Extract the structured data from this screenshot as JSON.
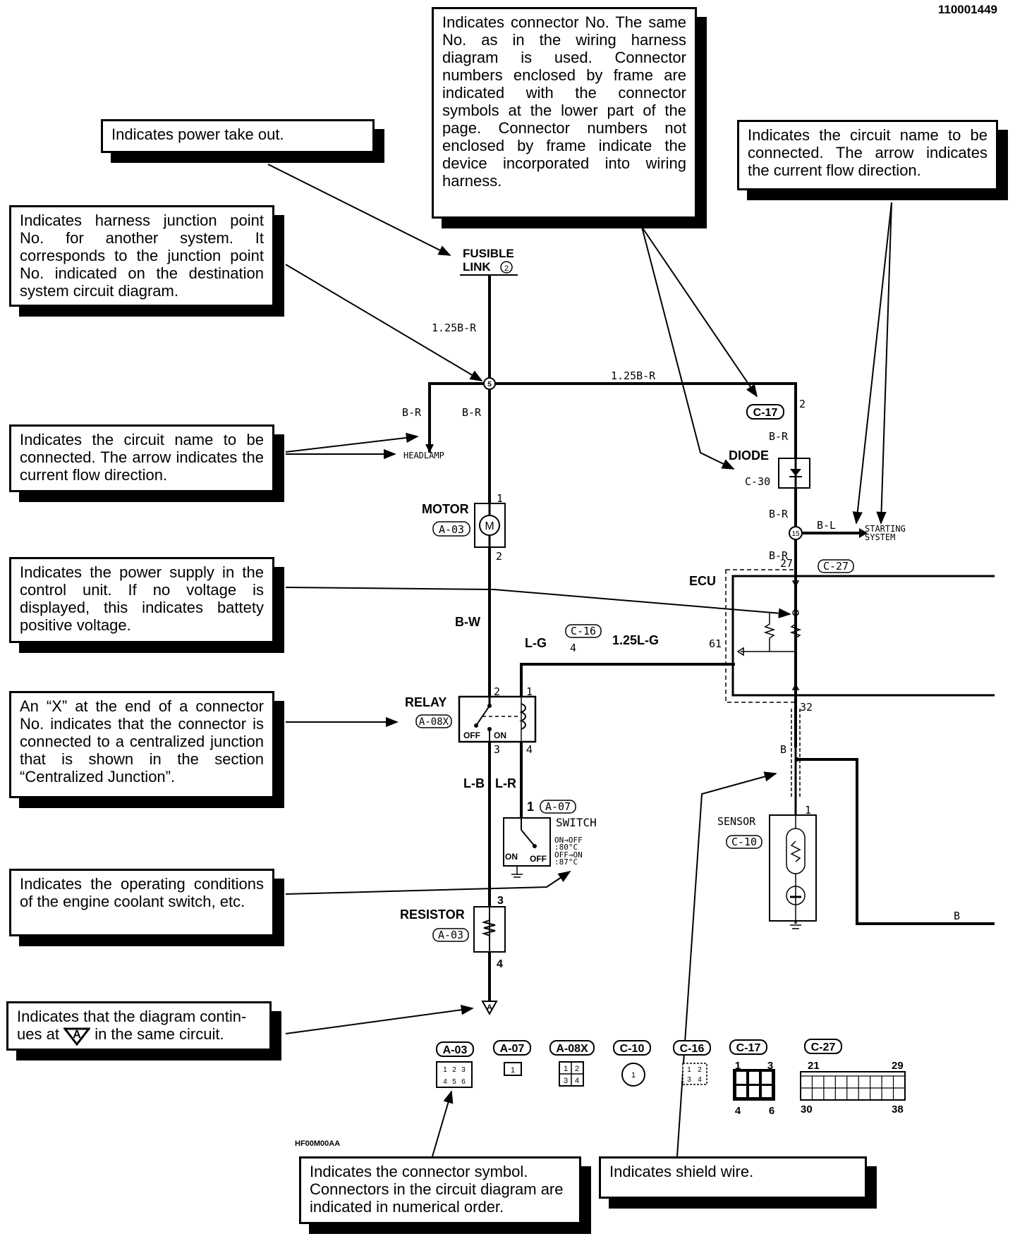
{
  "doc_id": "110001449",
  "figure_code": "HF00M00AA",
  "callouts": {
    "power_takeout": "Indicates power take out.",
    "connector_no": "Indicates connector No. The same No. as in the wiring harness diagram is used. Connector numbers enclosed by frame are indicated with the connector symbols at the lower part of the page. Connector numbers not enclosed by frame indicate the device incorporated into wiring harness.",
    "circuit_name_right": "Indicates the circuit name to be connected. The arrow indicates the current flow direction.",
    "junction_point": "Indicates harness junction point No. for another system. It corresponds to the junction point No. indicated on the destination system circuit diagram.",
    "circuit_name_left": "Indicates the circuit name to be connected. The arrow indicates the current flow direction.",
    "power_supply": "Indicates the power supply in the control unit. If no voltage is displayed, this indicates battety positive voltage.",
    "x_connector": "An “X” at the end of a connector No. indicates that the connector is connected to a centralized junction that is shown in the section “Centralized Junction”.",
    "operating_conditions": "Indicates the operating conditions of the engine coolant switch, etc.",
    "continues_pre": "Indicates that the diagram contin-ues at",
    "continues_symbol": "A",
    "continues_post": "in the same circuit.",
    "connector_symbol": "Indicates the connector symbol. Connectors in the circuit diagram are indicated in numerical order.",
    "shield_wire": "Indicates shield wire."
  },
  "circuit": {
    "fusible_link": {
      "line1": "FUSIBLE",
      "line2": "LINK",
      "number": "2"
    },
    "junction_5": "5",
    "junction_15": "15",
    "wires": {
      "fusible_down": "1.25B-R",
      "top_right": "1.25B-R",
      "headlamp_branch": "B-R",
      "main_down": "B-R",
      "c17_diode": "B-R",
      "diode_j15": "B-R",
      "j15_ecu": "B-R",
      "starting": "B-L",
      "motor_relay": "B-W",
      "relay_coil": "L-G",
      "ecu_61": "1.25L-G",
      "relay_out3": "L-B",
      "relay_out4": "L-R",
      "resistor_out": "B",
      "sensor_ground": "B",
      "shield_ground": "B"
    },
    "headlamp": "HEADLAMP",
    "starting_system": {
      "line1": "STARTING",
      "line2": "SYSTEM"
    },
    "motor": {
      "name": "MOTOR",
      "connector": "A-03",
      "pin_in": "1",
      "pin_out": "2",
      "symbol": "M"
    },
    "c17": {
      "connector": "C-17",
      "pin": "2"
    },
    "diode": {
      "name": "DIODE",
      "connector": "C-30"
    },
    "ecu": {
      "name": "ECU",
      "connector": "C-27",
      "pin_power": "27",
      "pin_signal": "61",
      "pin_sensor": "32"
    },
    "c16": {
      "connector": "C-16",
      "pin": "4"
    },
    "relay": {
      "name": "RELAY",
      "connector": "A-08X",
      "pin2": "2",
      "pin1": "1",
      "pin3": "3",
      "pin4": "4",
      "off": "OFF",
      "on": "ON"
    },
    "switch": {
      "name": "SWITCH",
      "connector": "A-07",
      "pin": "1",
      "on": "ON",
      "off": "OFF",
      "cond1": "ON→OFF",
      "cond1_temp": ":80°C",
      "cond2": "OFF→ON",
      "cond2_temp": ":87°C"
    },
    "resistor": {
      "name": "RESISTOR",
      "connector": "A-03",
      "pin_in": "3",
      "pin_out": "4"
    },
    "sensor": {
      "name": "SENSOR",
      "connector": "C-10",
      "pin": "1"
    },
    "continuation": "A"
  },
  "connector_symbols": [
    {
      "id": "A-03",
      "pins": [
        "1",
        "2",
        "3",
        "4",
        "5",
        "6"
      ]
    },
    {
      "id": "A-07",
      "pins": [
        "1"
      ]
    },
    {
      "id": "A-08X",
      "pins": [
        "1",
        "2",
        "3",
        "4"
      ]
    },
    {
      "id": "C-10",
      "pins": [
        "1"
      ]
    },
    {
      "id": "C-16",
      "pins": [
        "1",
        "2",
        "3",
        "4"
      ]
    },
    {
      "id": "C-17",
      "pins_top": [
        "1",
        "3"
      ],
      "pins_bottom": [
        "4",
        "6"
      ]
    },
    {
      "id": "C-27",
      "pins_top": [
        "21",
        "29"
      ],
      "pins_bottom": [
        "30",
        "38"
      ]
    }
  ]
}
